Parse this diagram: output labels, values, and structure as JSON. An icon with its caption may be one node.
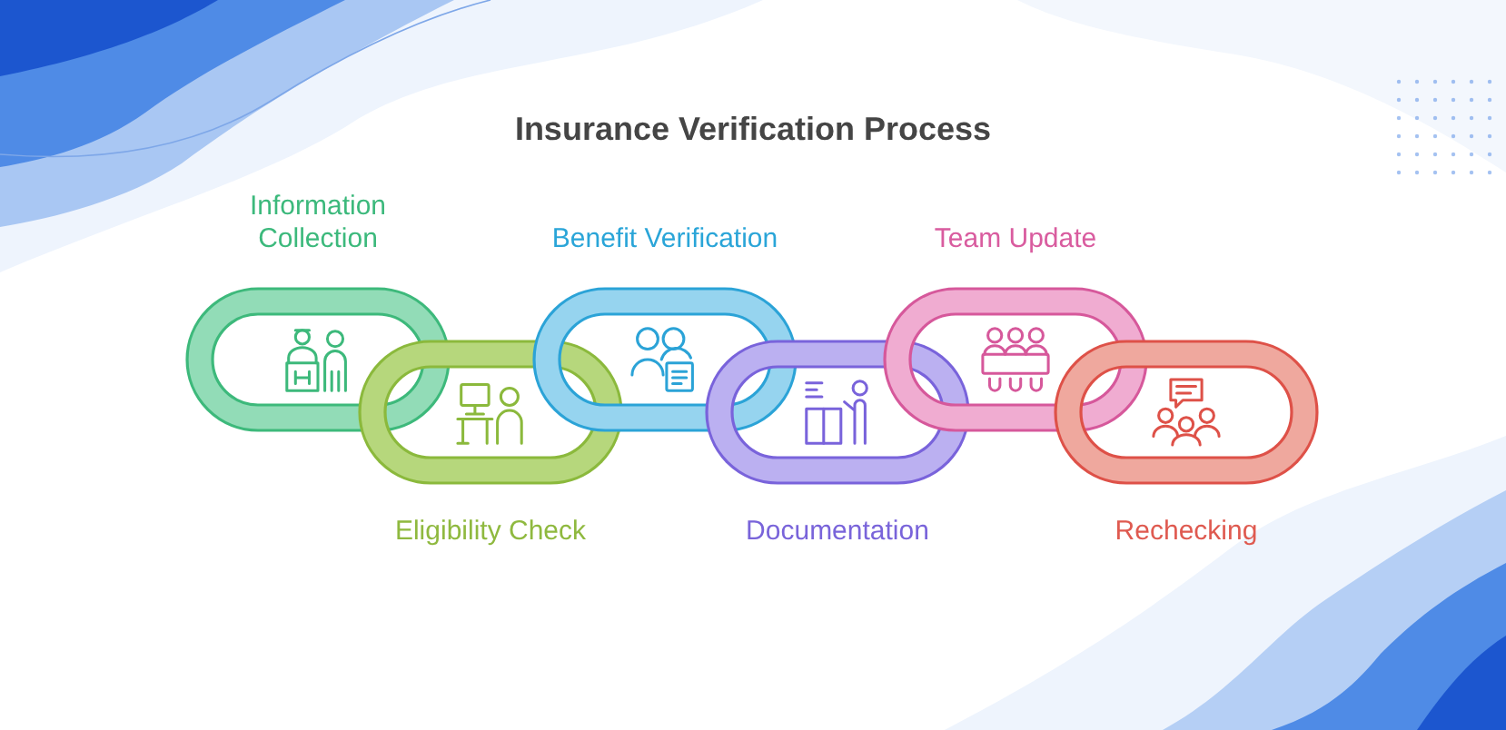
{
  "diagram": {
    "title": "Insurance Verification Process",
    "nodes": [
      {
        "text": [
          "Information Collection"
        ]
      },
      {
        "text": [
          "Eligibility Check"
        ]
      },
      {
        "text": [
          "Benefit Verification"
        ]
      },
      {
        "text": [
          "Documentation"
        ]
      },
      {
        "text": [
          "Team Update"
        ]
      },
      {
        "text": [
          "Rechecking"
        ]
      }
    ]
  }
}
